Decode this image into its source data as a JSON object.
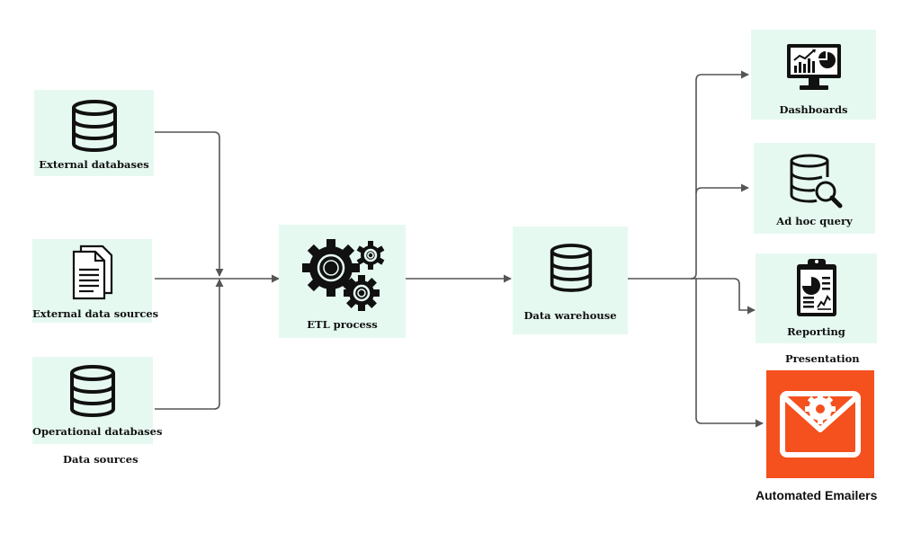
{
  "sources": {
    "group_label": "Data sources",
    "external_databases": "External databases",
    "external_data_sources": "External data sources",
    "operational_databases": "Operational databases"
  },
  "etl": {
    "label": "ETL process"
  },
  "warehouse": {
    "label": "Data warehouse"
  },
  "presentation": {
    "group_label": "Presentation",
    "dashboards": "Dashboards",
    "adhoc_query": "Ad hoc query",
    "reporting": "Reporting"
  },
  "emailers": {
    "label": "Automated Emailers",
    "tile_color": "#f4511e"
  },
  "colors": {
    "box_fill": "#e6f9f1",
    "connector": "#555555"
  }
}
